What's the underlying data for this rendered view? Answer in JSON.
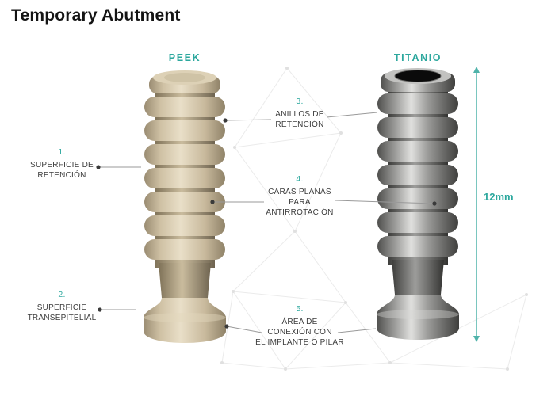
{
  "title": "Temporary Abutment",
  "materials": {
    "left": "PEEK",
    "right": "TITANIO"
  },
  "dimension_label": "12mm",
  "callouts": [
    {
      "number": "1.",
      "text": "SUPERFICIE DE\nRETENCIÓN"
    },
    {
      "number": "2.",
      "text": "SUPERFICIE\nTRANSEPITELIAL"
    },
    {
      "number": "3.",
      "text": "ANILLOS DE\nRETENCIÓN"
    },
    {
      "number": "4.",
      "text": "CARAS PLANAS\nPARA\nANTIRROTACIÓN"
    },
    {
      "number": "5.",
      "text": "ÁREA DE\nCONEXIÓN CON\nEL IMPLANTE O PILAR"
    }
  ],
  "colors": {
    "accent": "#2da89e",
    "text": "#3c3c3c",
    "peek_body": "#cfc1a4",
    "titanium_body": "#9c9c9a",
    "background": "#ffffff"
  }
}
